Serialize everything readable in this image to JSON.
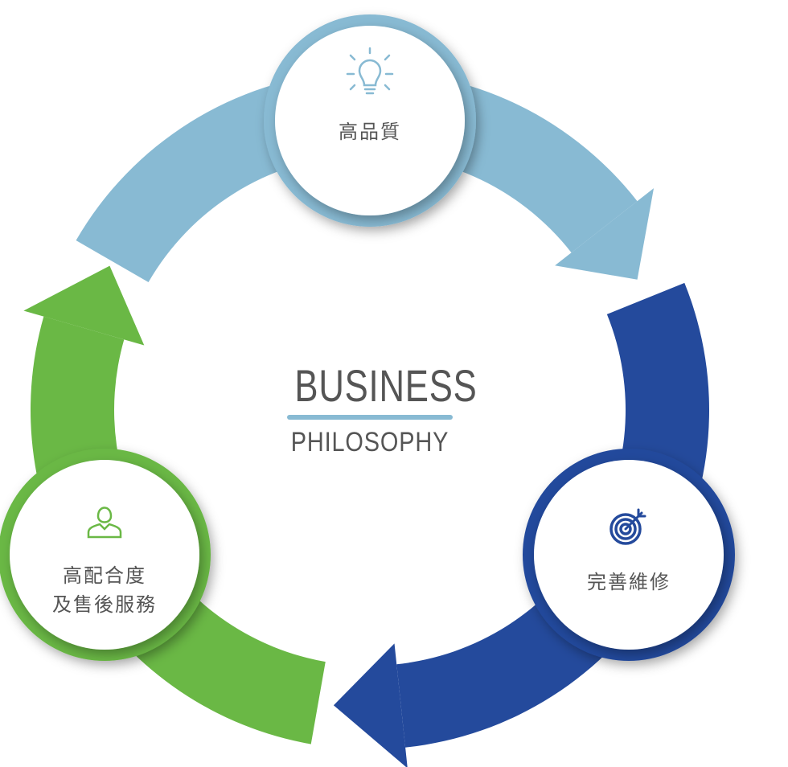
{
  "center": {
    "title": "BUSINESS",
    "subtitle": "PHILOSOPHY"
  },
  "nodes": [
    {
      "label": "高品質",
      "icon": "lightbulb-icon",
      "color": "#88bad3"
    },
    {
      "label": "完善維修",
      "icon": "target-icon",
      "color": "#244a9c"
    },
    {
      "label_line1": "高配合度",
      "label_line2": "及售後服務",
      "icon": "person-icon",
      "color": "#6ab845"
    }
  ]
}
